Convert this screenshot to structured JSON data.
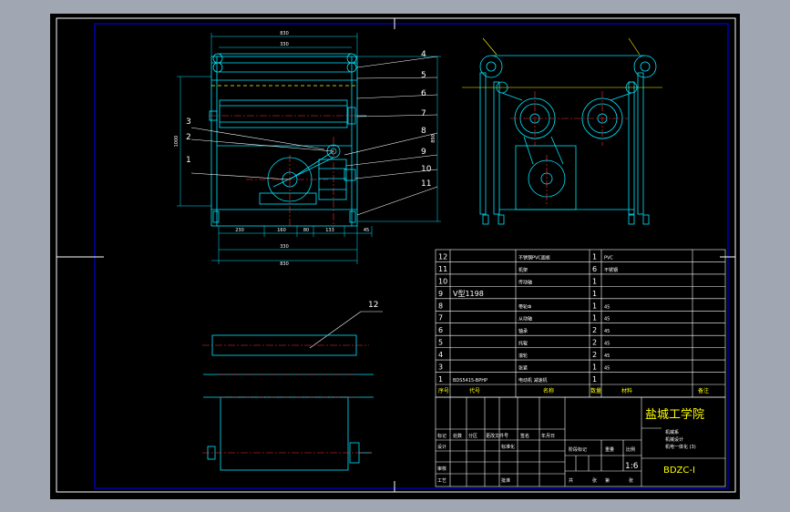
{
  "colors": {
    "background": "#a0a7b3",
    "sheet": "#000000",
    "frame": "#ffffff",
    "cyan": "#00e5ff",
    "yellow": "#ffff00",
    "green": "#00ff66",
    "red": "#ff3030",
    "magenta": "#ff44ff"
  },
  "front_view": {
    "top_dimension": "830",
    "inner_dimension": "330",
    "height_dimension": "1000",
    "right_dimension": "890",
    "bottom_segments": [
      "230",
      "160",
      "80",
      "133",
      "45"
    ],
    "bottom_inner": "330",
    "bottom_overall": "830"
  },
  "callouts": [
    "1",
    "2",
    "3",
    "4",
    "5",
    "6",
    "7",
    "8",
    "9",
    "10",
    "11",
    "12"
  ],
  "parts_table": {
    "rows": [
      {
        "no": "12",
        "code": "",
        "name": "不锈钢PVC面板",
        "qty": "1",
        "material": "PVC"
      },
      {
        "no": "11",
        "code": "",
        "name": "机架",
        "qty": "6",
        "material": "不锈钢"
      },
      {
        "no": "10",
        "code": "",
        "name": "传动轴",
        "qty": "1",
        "material": ""
      },
      {
        "no": "9",
        "code": "V型1198",
        "name": "",
        "qty": "1",
        "material": ""
      },
      {
        "no": "8",
        "code": "",
        "name": "带轮Ф",
        "qty": "1",
        "material": "45"
      },
      {
        "no": "7",
        "code": "",
        "name": "从动轴",
        "qty": "1",
        "material": "45"
      },
      {
        "no": "6",
        "code": "",
        "name": "轴承",
        "qty": "2",
        "material": "45"
      },
      {
        "no": "5",
        "code": "",
        "name": "托辊",
        "qty": "2",
        "material": "45"
      },
      {
        "no": "4",
        "code": "",
        "name": "滚轮",
        "qty": "2",
        "material": "45"
      },
      {
        "no": "3",
        "code": "",
        "name": "张紧",
        "qty": "1",
        "material": "45"
      },
      {
        "no": "1",
        "code": "BDS5415-BPHP",
        "name": "电动机 减速机",
        "qty": "1",
        "material": ""
      }
    ],
    "header": {
      "no": "序号",
      "code": "代号",
      "name": "名称",
      "qty": "数量",
      "material": "材料",
      "note": "备注"
    }
  },
  "title_block": {
    "school": "盐城工学院",
    "dept_lines": [
      "机械系",
      "机械设计",
      "机电一体化 (3)"
    ],
    "drawing_code": "BDZC-I",
    "scale": "1:6",
    "labels": {
      "mark": "标记",
      "count": "处数",
      "zone": "分区",
      "doc_no": "更改文件号",
      "sign": "签名",
      "date": "年月日",
      "design": "设计",
      "standard": "标准化",
      "stage_mark": "阶段标记",
      "weight": "重量",
      "ratio": "比例",
      "review": "审核",
      "process": "工艺",
      "approve": "批准",
      "total": "共",
      "sheet_of": "张",
      "page": "第",
      "sheet": "张"
    }
  }
}
